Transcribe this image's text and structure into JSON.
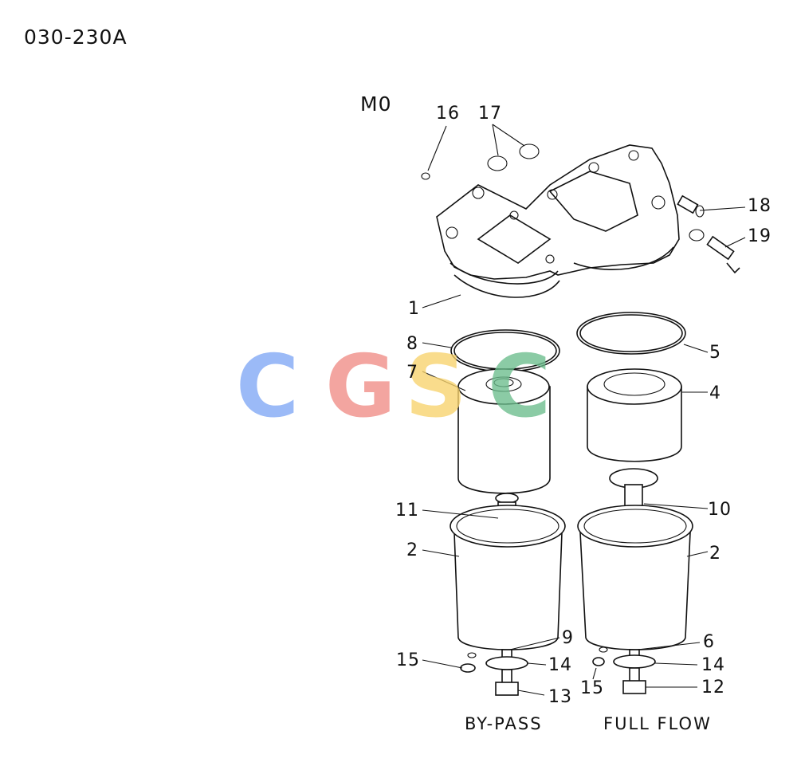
{
  "diagram_code": "030-230A",
  "model_label": "M0",
  "watermark": {
    "letters": [
      "C",
      "G",
      "S",
      "C"
    ],
    "colors": [
      "#7fa7f5",
      "#f08d86",
      "#f8d36c",
      "#6bbd8c"
    ]
  },
  "captions": {
    "bypass": "BY-PASS",
    "fullflow": "FULL FLOW"
  },
  "part_labels": [
    "16",
    "17",
    "18",
    "19",
    "1",
    "8",
    "7",
    "5",
    "4",
    "11",
    "10",
    "2",
    "2",
    "9",
    "6",
    "15",
    "14",
    "15",
    "14",
    "13",
    "12"
  ]
}
